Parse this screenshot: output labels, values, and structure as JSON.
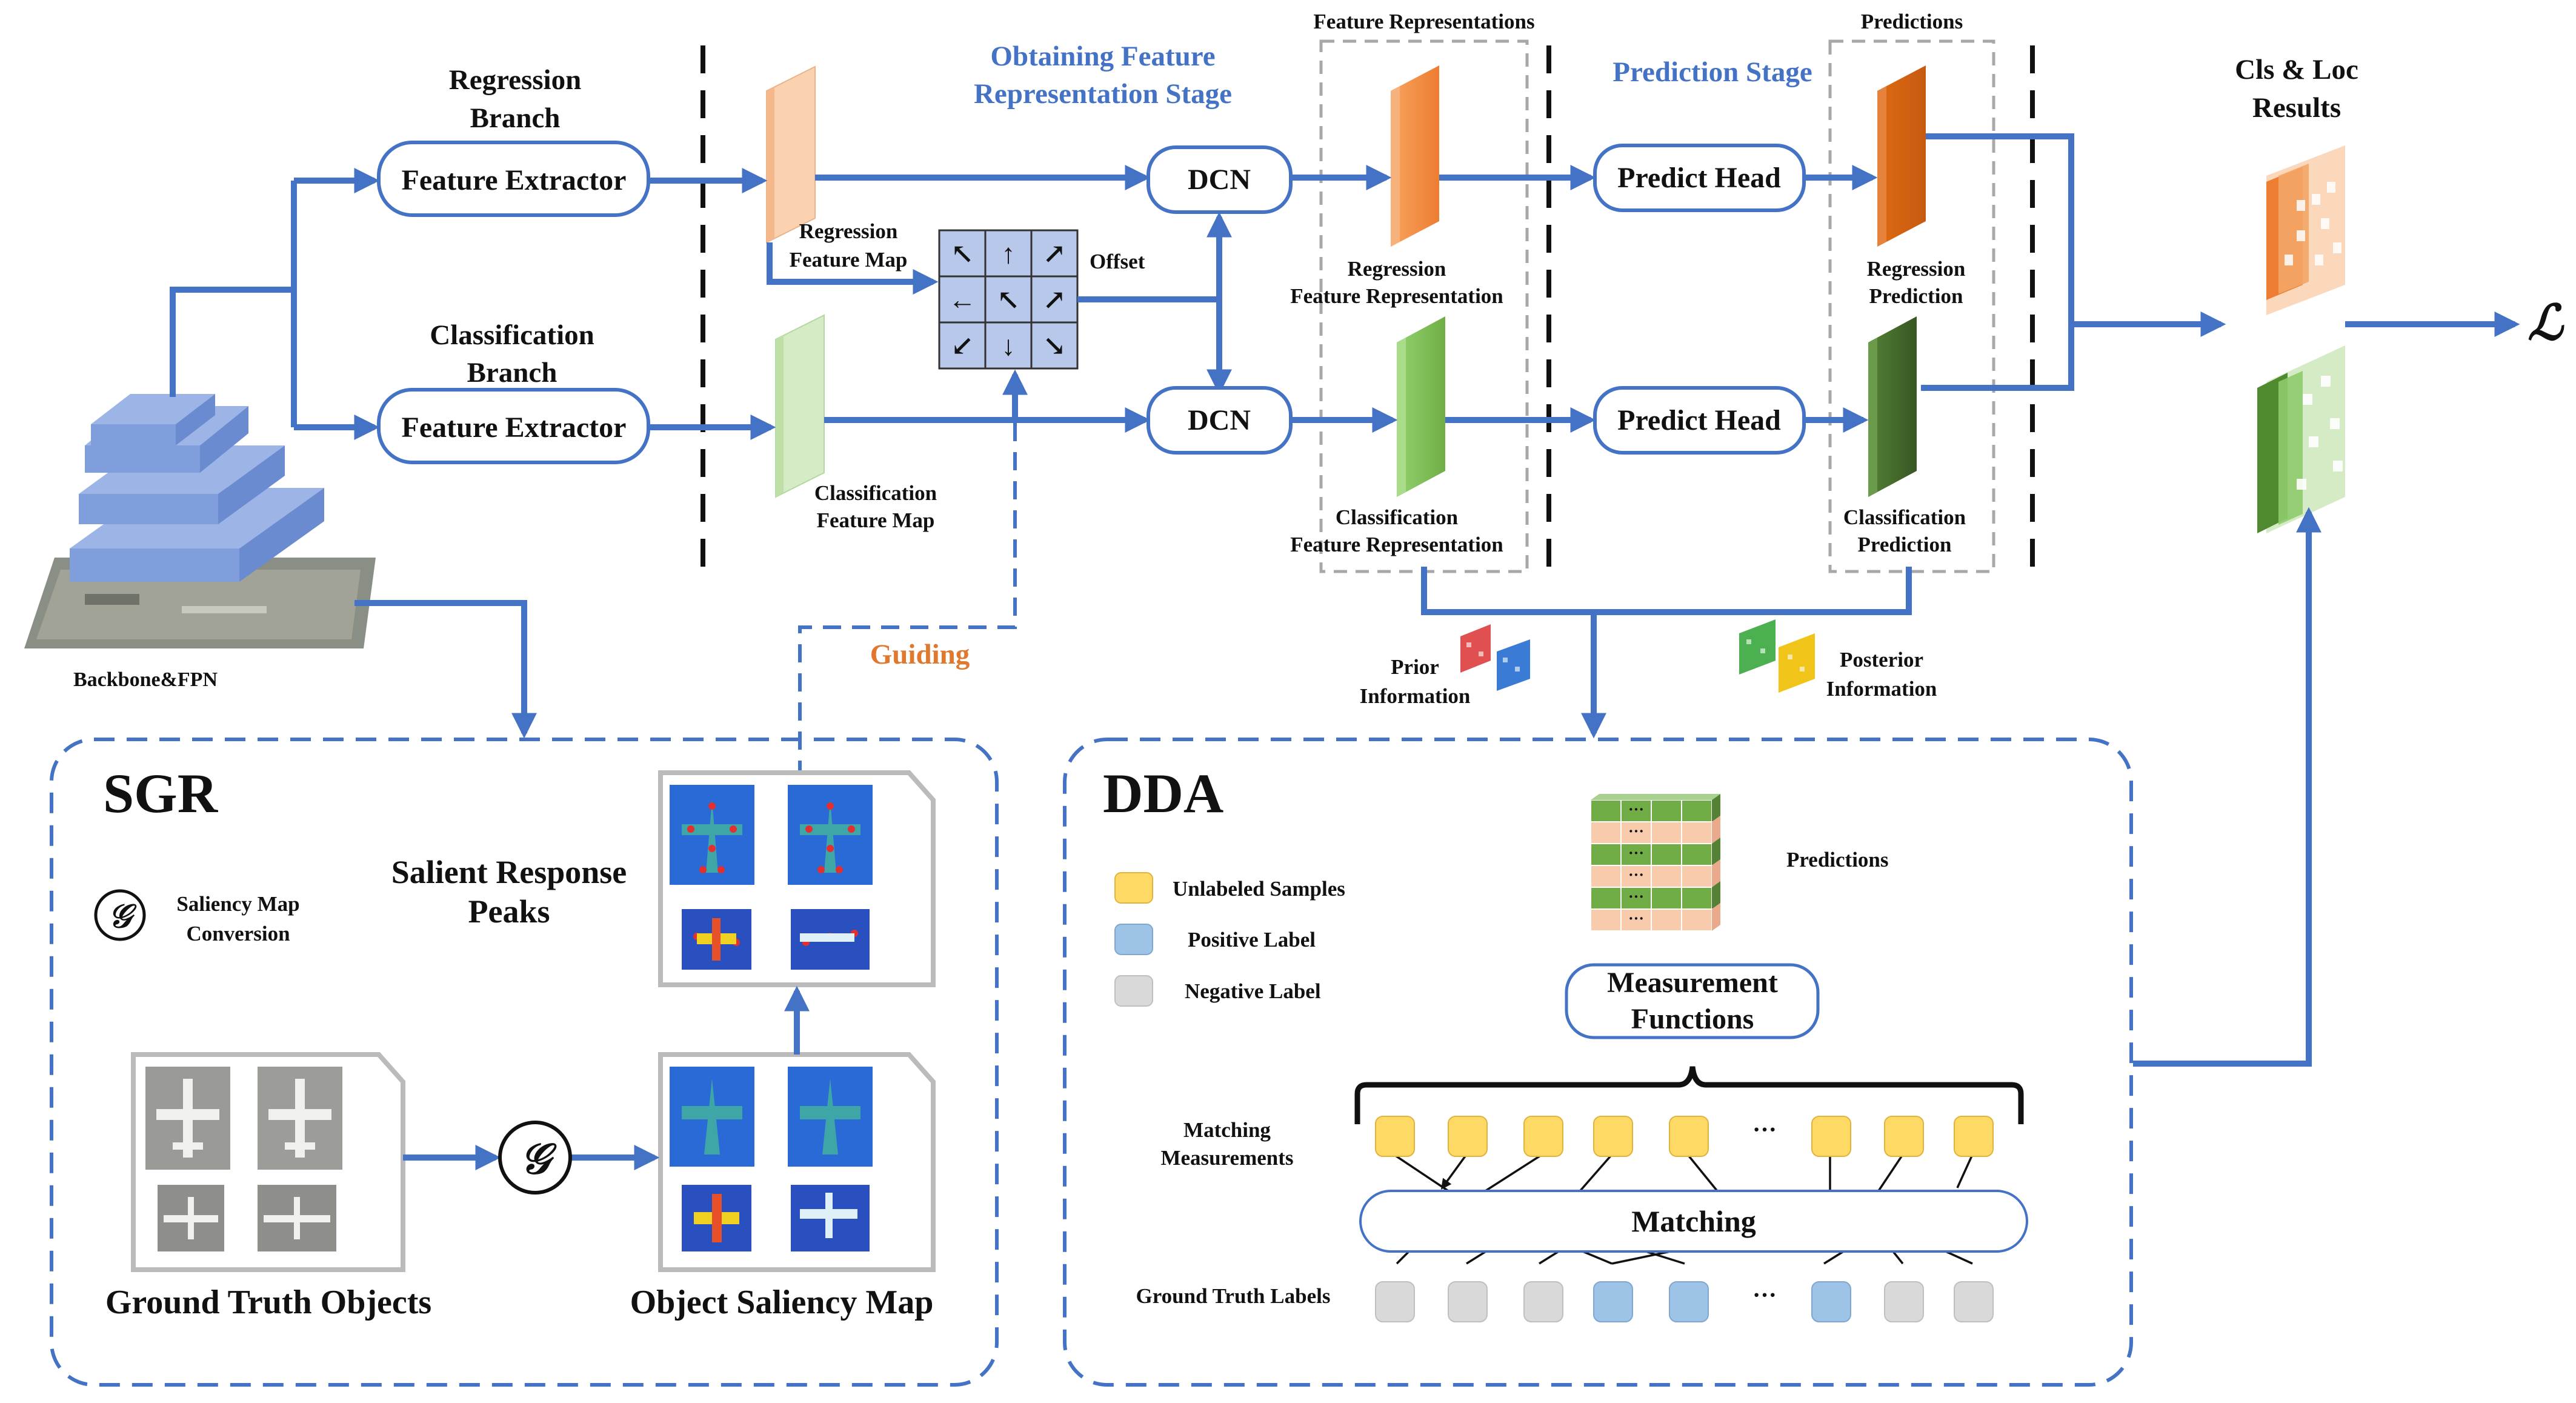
{
  "colors": {
    "arrow": "#4472c4",
    "orange": "#ed7d31",
    "green": "#70ad47",
    "box_border": "#4472c4",
    "divider": "#111111",
    "dashed_gray": "#aaaaaa"
  },
  "backbone": {
    "label": "Backbone&FPN"
  },
  "regression_branch": {
    "title_line1": "Regression",
    "title_line2": "Branch",
    "extractor": "Feature Extractor"
  },
  "classification_branch": {
    "title_line1": "Classification",
    "title_line2": "Branch",
    "extractor": "Feature Extractor"
  },
  "stage_obtaining": {
    "line1": "Obtaining Feature",
    "line2": "Representation Stage"
  },
  "stage_prediction": {
    "label": "Prediction Stage"
  },
  "feature_maps": {
    "regression_line1": "Regression",
    "regression_line2": "Feature Map",
    "classification_line1": "Classification",
    "classification_line2": "Feature Map"
  },
  "offset": {
    "label": "Offset",
    "arrows": [
      "↖",
      "↑",
      "↗",
      "←",
      "↖",
      "↗",
      "↙",
      "↓",
      "↘"
    ]
  },
  "dcn": {
    "top": "DCN",
    "bottom": "DCN"
  },
  "feature_representations": {
    "header": "Feature Representations",
    "regression_line1": "Regression",
    "regression_line2": "Feature Representation",
    "classification_line1": "Classification",
    "classification_line2": "Feature Representation"
  },
  "predict_head": {
    "top": "Predict Head",
    "bottom": "Predict Head"
  },
  "predictions_col": {
    "header": "Predictions",
    "regression_line1": "Regression",
    "regression_line2": "Prediction",
    "classification_line1": "Classification",
    "classification_line2": "Prediction"
  },
  "results": {
    "line1": "Cls & Loc",
    "line2": "Results",
    "loss": "ℒ"
  },
  "info": {
    "prior_line1": "Prior",
    "prior_line2": "Information",
    "posterior_line1": "Posterior",
    "posterior_line2": "Information"
  },
  "guiding": "Guiding",
  "sgr": {
    "title": "SGR",
    "g_symbol": "𝒢",
    "legend_line1": "Saliency Map",
    "legend_line2": "Conversion",
    "peaks_line1": "Salient Response",
    "peaks_line2": "Peaks",
    "gt_objects": "Ground Truth Objects",
    "saliency_map": "Object Saliency Map"
  },
  "dda": {
    "title": "DDA",
    "legend": [
      "Unlabeled Samples",
      "Positive Label",
      "Negative Label"
    ],
    "predictions": "Predictions",
    "measurement_line1": "Measurement",
    "measurement_line2": "Functions",
    "matching_measurements_line1": "Matching",
    "matching_measurements_line2": "Measurements",
    "matching": "Matching",
    "gt_labels": "Ground Truth Labels",
    "ellipsis": "···",
    "grid_ellipsis": "···",
    "top_samples": [
      "unlabeled",
      "unlabeled",
      "unlabeled",
      "unlabeled",
      "unlabeled",
      "ellipsis",
      "unlabeled",
      "unlabeled",
      "unlabeled"
    ],
    "bottom_labels": [
      "negative",
      "negative",
      "negative",
      "positive",
      "positive",
      "ellipsis",
      "positive",
      "negative",
      "negative"
    ]
  }
}
